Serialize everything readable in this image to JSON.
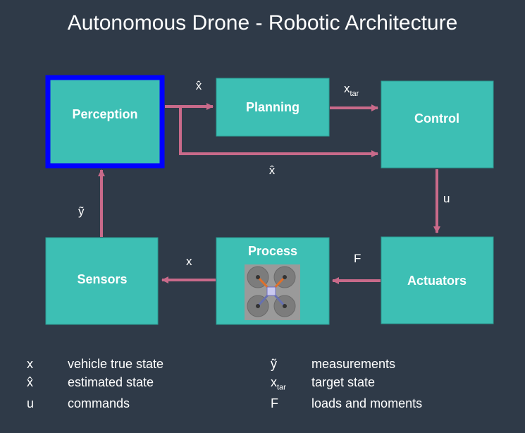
{
  "title": "Autonomous Drone - Robotic Architecture",
  "colors": {
    "background": "#2f3a48",
    "box_fill": "#3dbfb4",
    "box_border": "#2a9d94",
    "arrow": "#c96a8a",
    "highlight_border": "#0000ff"
  },
  "boxes": {
    "perception": "Perception",
    "planning": "Planning",
    "control": "Control",
    "actuators": "Actuators",
    "process": "Process",
    "sensors": "Sensors"
  },
  "edges": {
    "perception_to_planning": "x̂",
    "perception_to_control": "x̂",
    "planning_to_control_base": "x",
    "planning_to_control_sub": "tar",
    "control_to_actuators": "u",
    "actuators_to_process": "F",
    "process_to_sensors": "x",
    "sensors_to_perception": "ỹ"
  },
  "legend": [
    {
      "symbol": "x",
      "symbol_sub": "",
      "description": "vehicle true state"
    },
    {
      "symbol": "x̂",
      "symbol_sub": "",
      "description": "estimated state"
    },
    {
      "symbol": "u",
      "symbol_sub": "",
      "description": "commands"
    },
    {
      "symbol": "ỹ",
      "symbol_sub": "",
      "description": "measurements"
    },
    {
      "symbol": "x",
      "symbol_sub": "tar",
      "description": "target state"
    },
    {
      "symbol": "F",
      "symbol_sub": "",
      "description": "loads and moments"
    }
  ]
}
